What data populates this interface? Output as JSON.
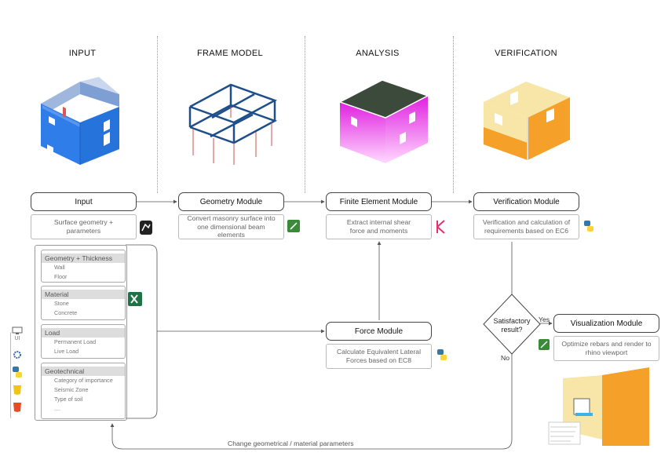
{
  "phases": [
    "INPUT",
    "FRAME MODEL",
    "ANALYSIS",
    "VERIFICATION"
  ],
  "modules": {
    "input": {
      "title": "Input",
      "desc_line1": "Surface geometry +",
      "desc_line2": "parameters"
    },
    "geometry": {
      "title": "Geometry Module",
      "desc_line1": "Convert masonry surface into",
      "desc_line2": "one dimensional beam",
      "desc_line3": "elements"
    },
    "fem": {
      "title": "Finite Element Module",
      "desc_line1": "Extract internal shear",
      "desc_line2": "force and moments"
    },
    "verification": {
      "title": "Verification Module",
      "desc_line1": "Verification and calculation of",
      "desc_line2": "requirements based on EC6"
    },
    "force": {
      "title": "Force Module",
      "desc_line1": "Calculate Equivalent Lateral",
      "desc_line2": "Forces based on EC8"
    },
    "visualization": {
      "title": "Visualization Module",
      "desc_line1": "Optimize rebars and render to",
      "desc_line2": "rhino viewport"
    }
  },
  "decision": {
    "line1": "Satisfactory",
    "line2": "result?",
    "yes": "Yes",
    "no": "No"
  },
  "feedback_label": "Change geometrical / material parameters",
  "categories": [
    {
      "title": "Geometry + Thickness",
      "items": [
        "Wall",
        "Floor"
      ]
    },
    {
      "title": "Material",
      "items": [
        "Stone",
        "Concrete"
      ]
    },
    {
      "title": "Load",
      "items": [
        "Permanent Load",
        "Live Load"
      ]
    },
    {
      "title": "Geotechnical",
      "items": [
        "Category of importance",
        "Seismic Zone",
        "Type of soil",
        "...."
      ]
    }
  ],
  "sidebar_icons": {
    "ui_label": "UI"
  },
  "tool_icons": {
    "rhino": "rhino-icon",
    "grasshopper": "grasshopper-icon",
    "karamba": "karamba-icon",
    "python": "python-icon",
    "excel": "excel-icon"
  },
  "colors": {
    "model_blue": "#2e7de8",
    "frame_navy": "#1e4f8a",
    "fea_magenta": "#e020e0",
    "verify_orange": "#f5a028",
    "verify_cream": "#f7e6a8"
  }
}
